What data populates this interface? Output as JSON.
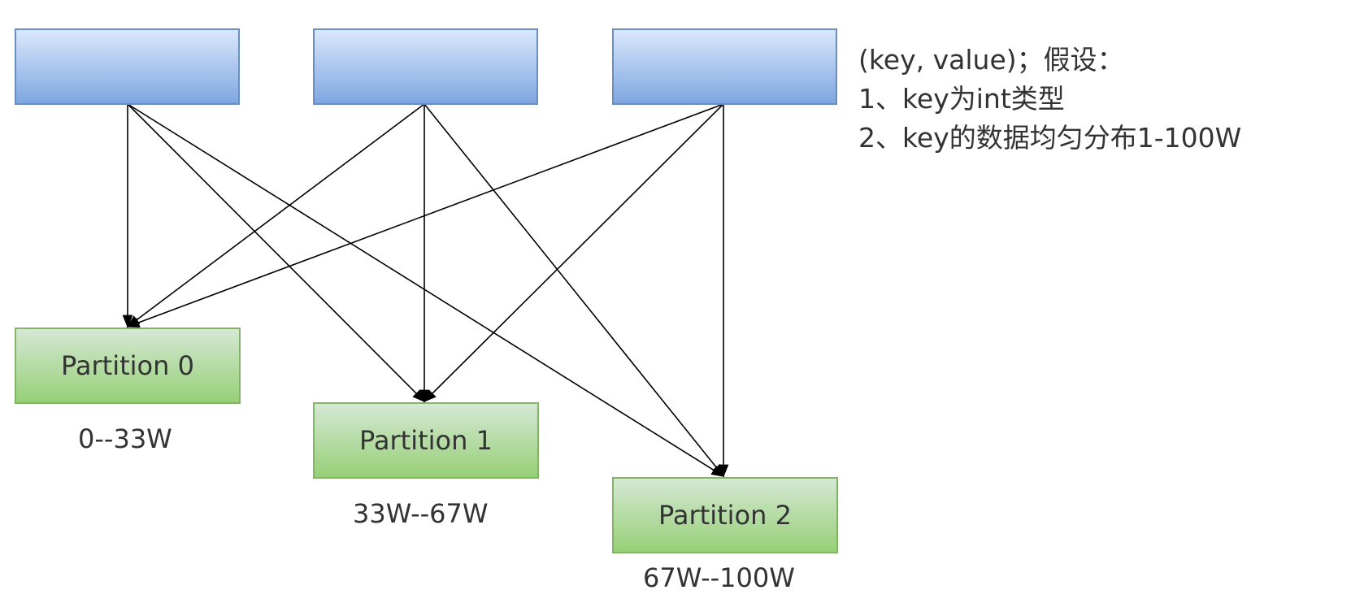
{
  "sources": [
    {
      "id": "src-a",
      "label": ""
    },
    {
      "id": "src-b",
      "label": ""
    },
    {
      "id": "src-c",
      "label": ""
    }
  ],
  "partitions": [
    {
      "label": "Partition 0",
      "range": "0--33W"
    },
    {
      "label": "Partition 1",
      "range": "33W--67W"
    },
    {
      "label": "Partition 2",
      "range": "67W--100W"
    }
  ],
  "note": {
    "line1": "(key, value)；假设：",
    "line2": "1、key为int类型",
    "line3": "2、key的数据均匀分布1-100W"
  },
  "colors": {
    "source_fill_top": "#dae8fc",
    "source_fill_bottom": "#7ea6e0",
    "source_border": "#6c8ebf",
    "partition_fill_top": "#d5e8d4",
    "partition_fill_bottom": "#97d077",
    "partition_border": "#82b366",
    "arrow": "#000000"
  }
}
